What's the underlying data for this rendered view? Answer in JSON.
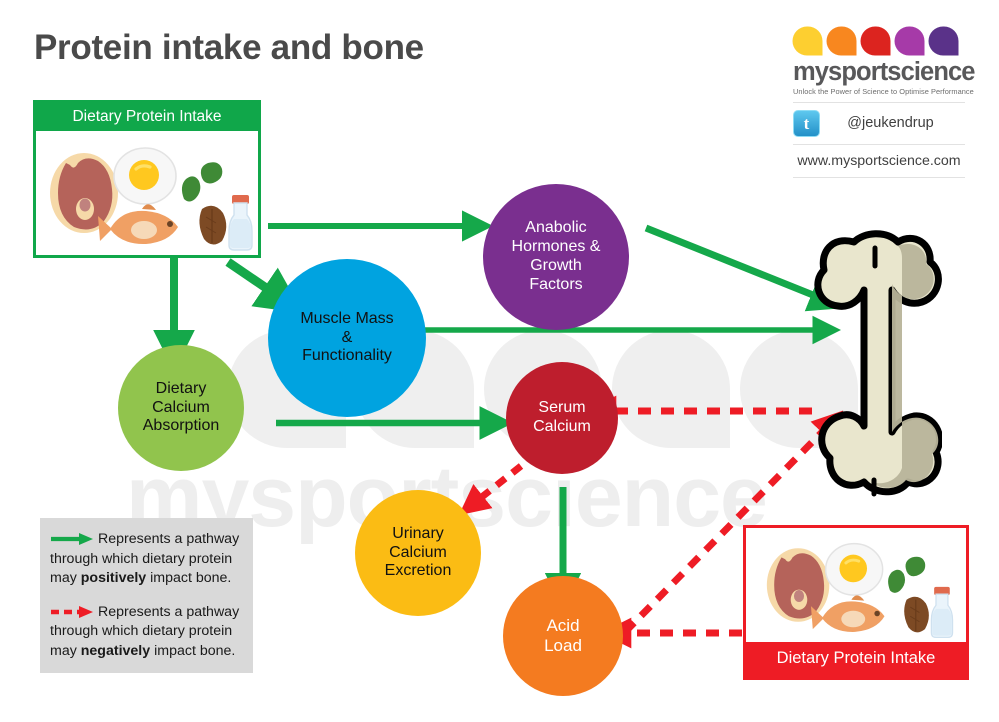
{
  "page": {
    "title": "Protein intake and bone",
    "background": "#ffffff",
    "watermark_text": "mysportscience"
  },
  "brand": {
    "name": "mysportscience",
    "tagline": "Unlock the Power of Science to Optimise Performance",
    "twitter_handle": "@jeukendrup",
    "website": "www.mysportscience.com",
    "twitter_icon": "twitter-bird-icon",
    "drop_colors": [
      "#fdcf30",
      "#f8871f",
      "#dc241f",
      "#a63aa8",
      "#5a3289"
    ]
  },
  "panels": {
    "source": {
      "label": "Dietary Protein Intake",
      "color": "#10a74a",
      "label_position": "top"
    },
    "acid_source": {
      "label": "Dietary Protein Intake",
      "color": "#ee1c25",
      "label_position": "bottom"
    }
  },
  "nodes": [
    {
      "id": "anabolic",
      "label": "Anabolic\nHormones &\nGrowth\nFactors",
      "lines": [
        "Anabolic",
        "Hormones &",
        "Growth",
        "Factors"
      ],
      "color": "#7a2f8f",
      "text_color": "#ffffff",
      "font_size": 16
    },
    {
      "id": "muscle",
      "label": "Muscle Mass\n&\nFunctionality",
      "lines": [
        "Muscle Mass",
        "&",
        "Functionality"
      ],
      "color": "#00a3e0",
      "text_color": "#111111",
      "font_size": 16
    },
    {
      "id": "calcium_abs",
      "label": "Dietary\nCalcium\nAbsorption",
      "lines": [
        "Dietary",
        "Calcium",
        "Absorption"
      ],
      "color": "#91c44d",
      "text_color": "#111111",
      "font_size": 16
    },
    {
      "id": "serum",
      "label": "Serum\nCalcium",
      "lines": [
        "Serum",
        "Calcium"
      ],
      "color": "#be1e2d",
      "text_color": "#ffffff",
      "font_size": 16
    },
    {
      "id": "urinary",
      "label": "Urinary\nCalcium\nExcretion",
      "lines": [
        "Urinary",
        "Calcium",
        "Excretion"
      ],
      "color": "#fbbc14",
      "text_color": "#111111",
      "font_size": 16
    },
    {
      "id": "acid",
      "label": "Acid\nLoad",
      "lines": [
        "Acid",
        "Load"
      ],
      "color": "#f47b20",
      "text_color": "#ffffff",
      "font_size": 17
    }
  ],
  "bone": {
    "name": "femur-bone-illustration",
    "fill": "#e9e6cd",
    "shade": "#b8b49a",
    "outline": "#000000"
  },
  "legend": {
    "background": "#d9d9d9",
    "items": [
      {
        "arrow_style": "solid",
        "color": "#15a84a",
        "text_before": "Represents a pathway through which dietary protein may ",
        "emphasis": "positively",
        "text_after": " impact bone."
      },
      {
        "arrow_style": "dashed",
        "color": "#ee1c25",
        "text_before": "Represents a pathway through which dietary protein may ",
        "emphasis": "negatively",
        "text_after": " impact bone."
      }
    ]
  },
  "arrow_colors": {
    "positive": "#15a84a",
    "negative": "#ee1c25"
  },
  "food_items": [
    "steak-icon",
    "fried-egg-icon",
    "beans-icon",
    "fish-icon",
    "almond-icon",
    "milk-bottle-icon"
  ]
}
